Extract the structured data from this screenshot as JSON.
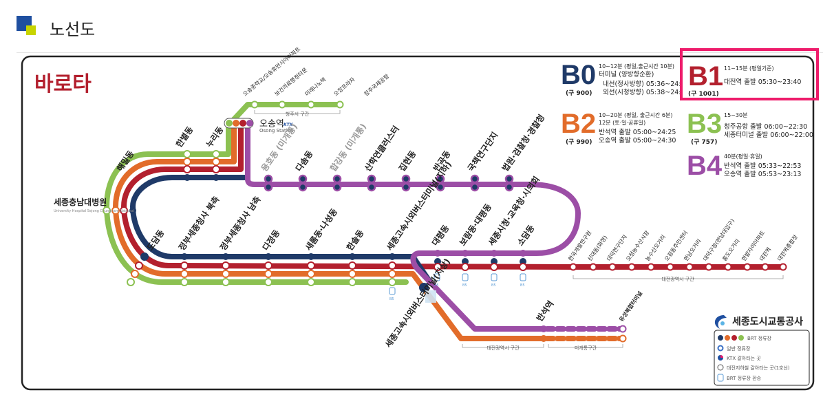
{
  "header": {
    "title": "노선도"
  },
  "brand": {
    "logo_text": "바로타",
    "operator": "세종도시교통공사"
  },
  "colors": {
    "b0": "#1f3a68",
    "b1": "#b3202e",
    "b2": "#e26c2a",
    "b3": "#8cc152",
    "b4": "#9c4ea6",
    "highlight": "#ee1c6b"
  },
  "routes": [
    {
      "code": "B0",
      "former": "(구 900)",
      "lines": [
        "10~12분 (평일,출근시간 10분)",
        "터미널 (양방향순환)",
        "내선(정사방향) 05:36~24:",
        "외선(시청방향) 05:38~24:"
      ]
    },
    {
      "code": "B1",
      "former": "(구 1001)",
      "lines": [
        "11~15분 (평일기준)",
        "대전역 출발 05:30~23:40"
      ]
    },
    {
      "code": "B2",
      "former": "(구 990)",
      "lines": [
        "10~20분 (평일, 출근시간 6분)",
        "12분 (토·일·공휴일)",
        "반석역 출발 05:00~24:25",
        "오송역 출발 05:00~24:30"
      ]
    },
    {
      "code": "B3",
      "former": "(구 757)",
      "lines": [
        "15~30분",
        "청주공항 출발 06:00~22:30",
        "세종터미널 출발 06:00~22:00"
      ]
    },
    {
      "code": "B4",
      "former": "",
      "lines": [
        "40분(평일·휴일)",
        "반석역 출발 05:33~22:53",
        "오송역 출발 05:53~23:13"
      ]
    }
  ],
  "stations": {
    "osong": "오송역",
    "osong_en": "Osong Station",
    "ktx": "KTX",
    "haemil": "해밀동",
    "hanbyeol": "한별동",
    "nuri": "누리동",
    "yongho": "용호동 (미개통)",
    "dajeong": "다솜동",
    "hangang": "합강동 (미개통)",
    "sanhak": "산학연클러스터",
    "jiphyeon": "집현동",
    "bangok": "반곡동",
    "gukchaek": "국책연구단지",
    "beobwon": "법원·검찰청·경찰청",
    "hospital": "세종충남대병원",
    "hospital_en": "University Hospital Sejong Chungnam National",
    "doram": "도담동",
    "gov_north": "정부세종청사 북측",
    "gov_south": "정부세종청사 남측",
    "dajeong2": "다정동",
    "saerom": "새롬동·나성동",
    "hansol": "한솔동",
    "bus_term_under": "세종고속시외버스터미널(지하)",
    "daepyeong": "대평동",
    "boram": "보람동·대평동",
    "sicheong": "세종시청·교육청·시의회",
    "sodam": "소담동",
    "bus_term_ground": "세종고속시외버스터미널(지상)",
    "banseok": "반석역",
    "yuseong": "유성복합터미널",
    "airport_stops": [
      "오송중학교/오송휴먼시아아파트",
      "보건의료행정타운",
      "미래나노텍",
      "오창프라자",
      "청주국제공항"
    ],
    "daejeon_stops": [
      "한국개발연구원",
      "신대동(화정)",
      "대덕연구단지",
      "오정농수산시장",
      "농수산오거리",
      "오정동주민센터",
      "한남오거리",
      "대덕구청(한남대입구)",
      "홍도오거리",
      "한밭자이아파트",
      "대전역",
      "대전역종합장"
    ]
  },
  "section_labels": {
    "cheongju": "청주시 구간",
    "daejeon": "대전광역시 구간",
    "daejeon2": "대전광역시 구간",
    "unopened": "미개통구간"
  },
  "legend": {
    "items": [
      "BRT 정류장",
      "일반 정류장",
      "KTX 갈아타는 곳",
      "대전지하철 갈아타는 곳(1호선)",
      "BRT 정류장 환승"
    ]
  },
  "brt_mark": "B5"
}
